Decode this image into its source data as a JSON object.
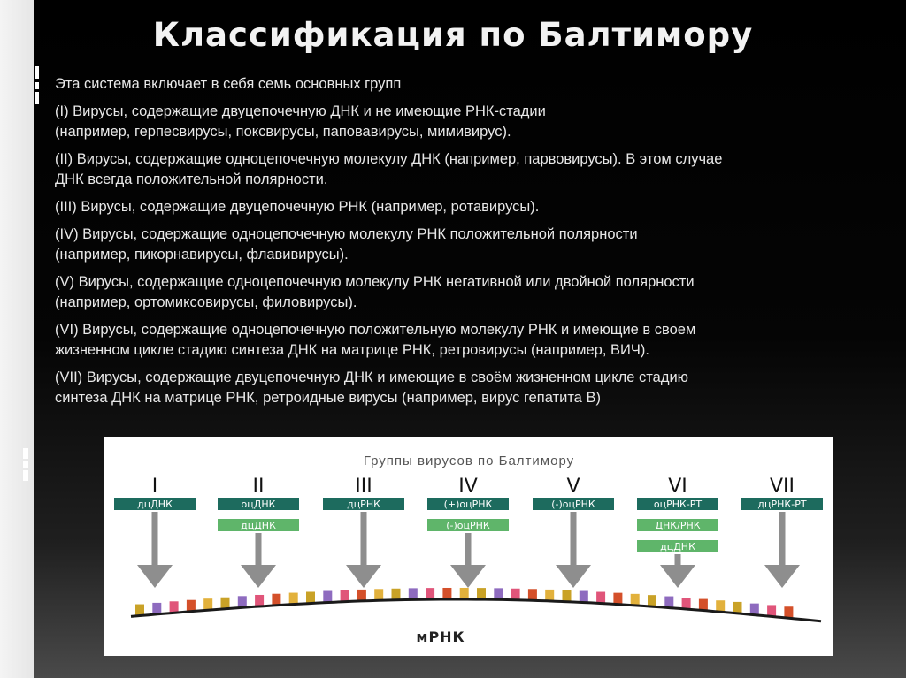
{
  "slide": {
    "title": "Классификация по Балтимору",
    "intro": "Эта система включает в себя семь основных групп",
    "groups": [
      {
        "line1": "(I) Вирусы, содержащие двуцепочечную ДНК и не имеющие РНК-стадии",
        "line2": "(например, герпесвирусы, поксвирусы, паповавирусы, мимивирус)."
      },
      {
        "line1": "(II) Вирусы, содержащие одноцепочечную молекулу ДНК (например, парвовирусы). В этом случае",
        "line2": "ДНК всегда положительной полярности."
      },
      {
        "line1": "(III) Вирусы, содержащие двуцепочечную РНК (например, ротавирусы).",
        "line2": ""
      },
      {
        "line1": "(IV) Вирусы, содержащие одноцепочечную молекулу РНК положительной полярности",
        "line2": "(например, пикорнавирусы,  флавивирусы)."
      },
      {
        "line1": "(V) Вирусы, содержащие одноцепочечную молекулу РНК негативной или двойной полярности",
        "line2": "(например, ортомиксовирусы, филовирусы)."
      },
      {
        "line1": "(VI) Вирусы, содержащие одноцепочечную положительную молекулу РНК и имеющие в своем",
        "line2": "жизненном цикле стадию синтеза ДНК на матрице РНК, ретровирусы (например, ВИЧ)."
      },
      {
        "line1": "(VII) Вирусы, содержащие двуцепочечную ДНК и имеющие в своём жизненном цикле стадию",
        "line2": "синтеза ДНК на матрице РНК, ретроидные вирусы (например, вирус гепатита B)"
      }
    ]
  },
  "diagram": {
    "title": "Группы вирусов по Балтимору",
    "columns": [
      {
        "numeral": "I",
        "boxes": [
          {
            "label": "дцДНК",
            "style": "dark"
          }
        ]
      },
      {
        "numeral": "II",
        "boxes": [
          {
            "label": "оцДНК",
            "style": "dark"
          },
          {
            "label": "дцДНК",
            "style": "light"
          }
        ]
      },
      {
        "numeral": "III",
        "boxes": [
          {
            "label": "дцРНК",
            "style": "dark"
          }
        ]
      },
      {
        "numeral": "IV",
        "boxes": [
          {
            "label": "(+)оцРНК",
            "style": "dark"
          },
          {
            "label": "(-)оцРНК",
            "style": "light"
          }
        ]
      },
      {
        "numeral": "V",
        "boxes": [
          {
            "label": "(-)оцРНК",
            "style": "dark"
          }
        ]
      },
      {
        "numeral": "VI",
        "boxes": [
          {
            "label": "оцРНК-РТ",
            "style": "dark"
          },
          {
            "label": "ДНК/РНК",
            "style": "light"
          },
          {
            "label": "дцДНК",
            "style": "light"
          }
        ]
      },
      {
        "numeral": "VII",
        "boxes": [
          {
            "label": "дцРНК-РТ",
            "style": "dark"
          }
        ]
      }
    ],
    "mrna_label": "мРНК",
    "colors": {
      "dark_box": "#1d6b5e",
      "light_box": "#5fb56a",
      "arrow": "#8e8e8e",
      "strand": "#1a1a1a",
      "nucleotides": [
        "#c9a227",
        "#8e6bbf",
        "#e0557a",
        "#d4502a",
        "#e2b13c"
      ]
    }
  }
}
